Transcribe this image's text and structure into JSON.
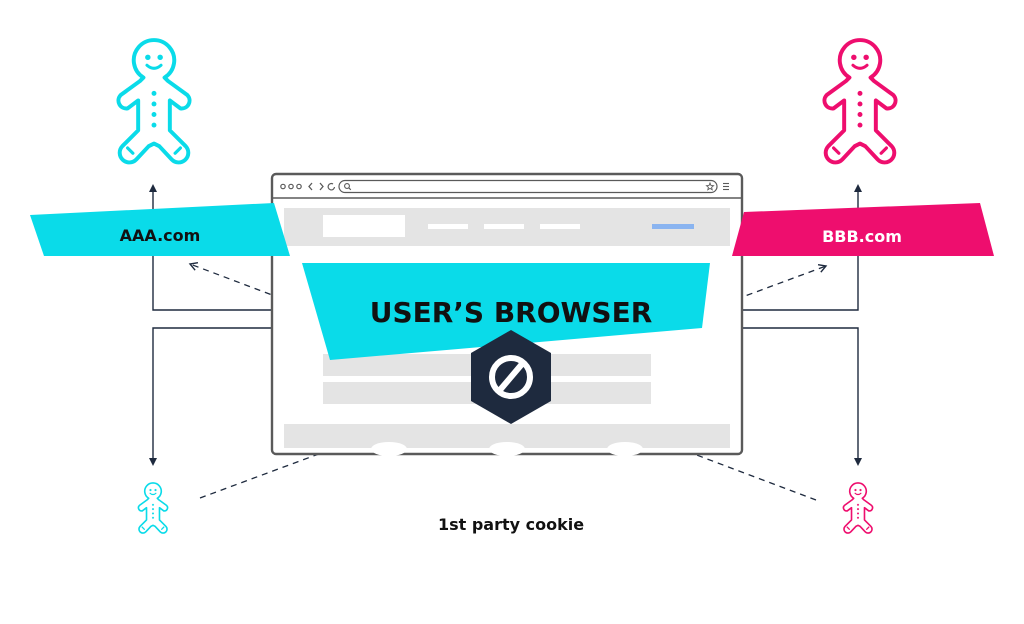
{
  "diagram": {
    "left_site": {
      "label": "AAA.com",
      "color": "#0adbe9"
    },
    "right_site": {
      "label": "BBB.com",
      "color": "#ee0e6e"
    },
    "browser": {
      "title": "USER’S BROWSER",
      "accent": "#0adbe9"
    },
    "caption": "1st party cookie",
    "colors": {
      "line": "#1e2a3e",
      "block_badge": "#1e2a3e",
      "browser_frame": "#5a5a5a",
      "placeholder": "#e4e4e4",
      "nav_accent": "#8ab4f0"
    },
    "icons": [
      "gingerbread-cookie-icon",
      "block-icon"
    ]
  }
}
